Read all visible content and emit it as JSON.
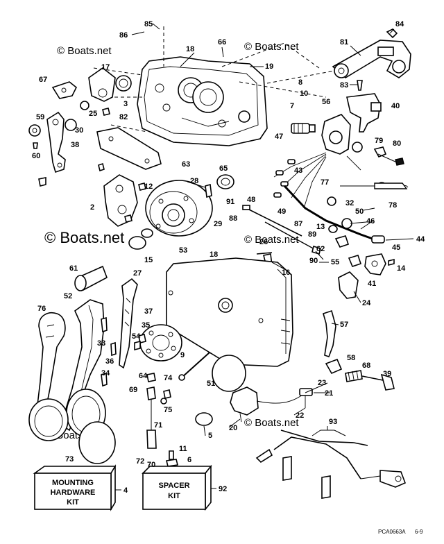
{
  "watermark_text": "© Boats.net",
  "boxes": {
    "mounting": {
      "line1": "MOUNTING",
      "line2": "HARDWARE",
      "line3": "KIT",
      "number": "4"
    },
    "spacer": {
      "line1": "SPACER",
      "line2": "KIT",
      "number": "92"
    }
  },
  "footer": {
    "code": "PCA0663A",
    "page": "6-9"
  },
  "callouts": [
    "85",
    "86",
    "84",
    "81",
    "83",
    "18",
    "66",
    "19",
    "8",
    "10",
    "7",
    "17",
    "67",
    "3",
    "25",
    "82",
    "30",
    "59",
    "38",
    "60",
    "63",
    "56",
    "40",
    "79",
    "80",
    "77",
    "47",
    "43",
    "78",
    "65",
    "28",
    "12",
    "2",
    "29",
    "32",
    "50",
    "91",
    "88",
    "48",
    "49",
    "87",
    "13",
    "89",
    "62",
    "26",
    "46",
    "44",
    "45",
    "16",
    "90",
    "55",
    "14",
    "41",
    "53",
    "15",
    "18",
    "61",
    "27",
    "24",
    "52",
    "76",
    "33",
    "37",
    "35",
    "54",
    "36",
    "57",
    "9",
    "58",
    "68",
    "39",
    "34",
    "64",
    "69",
    "74",
    "51",
    "75",
    "23",
    "21",
    "22",
    "20",
    "71",
    "11",
    "6",
    "72",
    "70",
    "73",
    "5",
    "93"
  ]
}
